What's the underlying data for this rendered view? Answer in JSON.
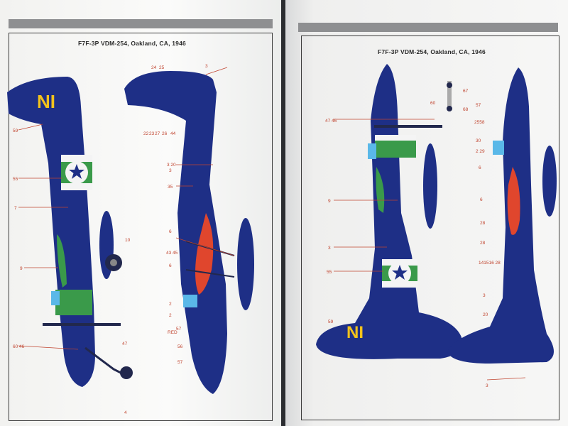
{
  "colors": {
    "sea_blue": "#1e2f86",
    "insignia_green": "#3a9a4a",
    "white": "#f4f4f4",
    "red": "#e0462d",
    "yellow": "#f2c21c",
    "callout": "#c0442f"
  },
  "left_page": {
    "caption": "F7F-3P VDM-254, Oakland, CA, 1946",
    "tail_code": "NI",
    "callouts": [
      "59",
      "55",
      "7",
      "9",
      "60 46",
      "47",
      "10",
      "4",
      "24",
      "25",
      "22",
      "23",
      "27",
      "26",
      "44",
      "3",
      "3 20",
      "3",
      "35",
      "6",
      "43 45",
      "6",
      "2",
      "2",
      "RED",
      "57",
      "56",
      "57"
    ]
  },
  "right_page": {
    "caption": "F7F-3P VDM-254, Oakland, CA, 1946",
    "tail_code": "NI",
    "callouts": [
      "47 46",
      "60",
      "9",
      "3",
      "55",
      "59",
      "67",
      "68",
      "57",
      "2558",
      "30",
      "2 29",
      "6",
      "6",
      "28",
      "28",
      "141516 28",
      "3",
      "20",
      "3"
    ]
  }
}
